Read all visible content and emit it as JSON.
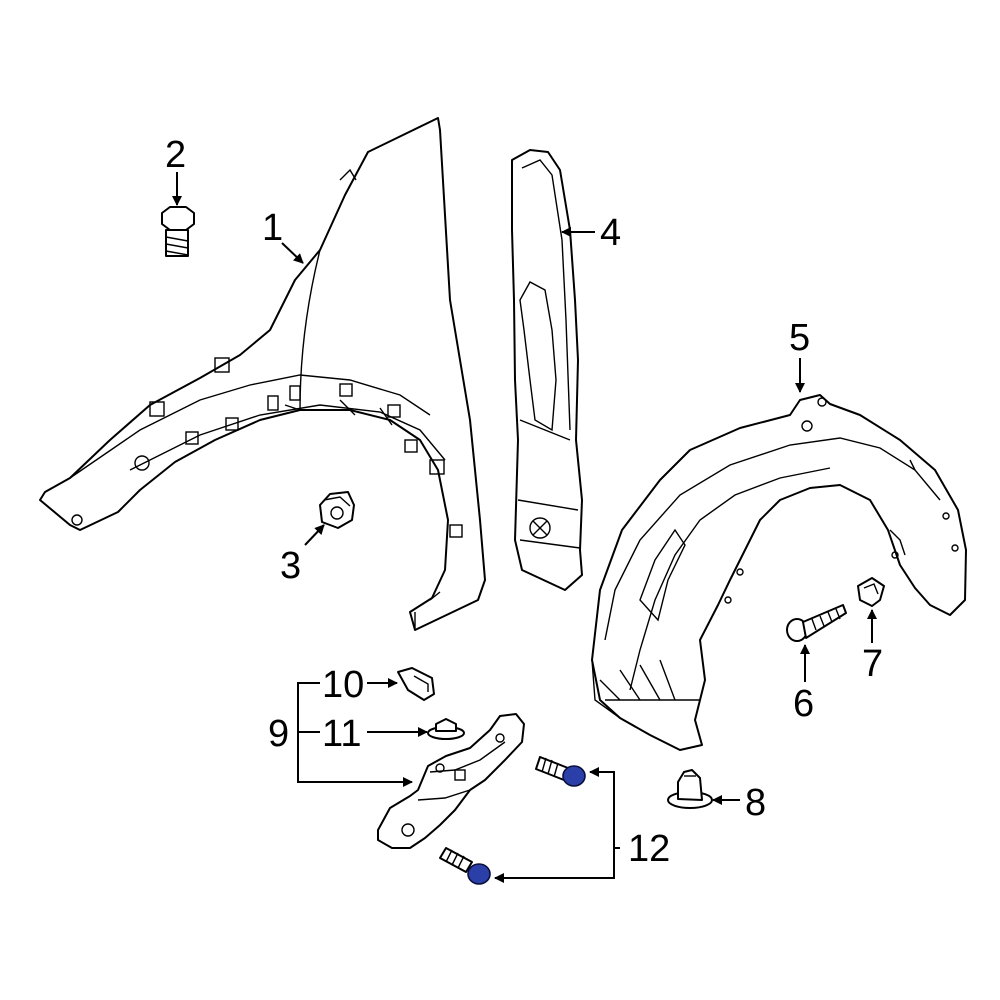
{
  "callouts": {
    "c1": "1",
    "c2": "2",
    "c3": "3",
    "c4": "4",
    "c5": "5",
    "c6": "6",
    "c7": "7",
    "c8": "8",
    "c9": "9",
    "c10": "10",
    "c11": "11",
    "c12": "12"
  },
  "colors": {
    "line": "#000000",
    "background": "#ffffff",
    "highlight_fastener": "#2b3fa8"
  },
  "parts": [
    "fender",
    "bolt",
    "nut",
    "fender-insulator",
    "fender-liner",
    "liner-screw",
    "liner-nut",
    "liner-retainer",
    "bracket-assembly",
    "bracket-clip",
    "bracket-nut",
    "bracket-bolt"
  ]
}
